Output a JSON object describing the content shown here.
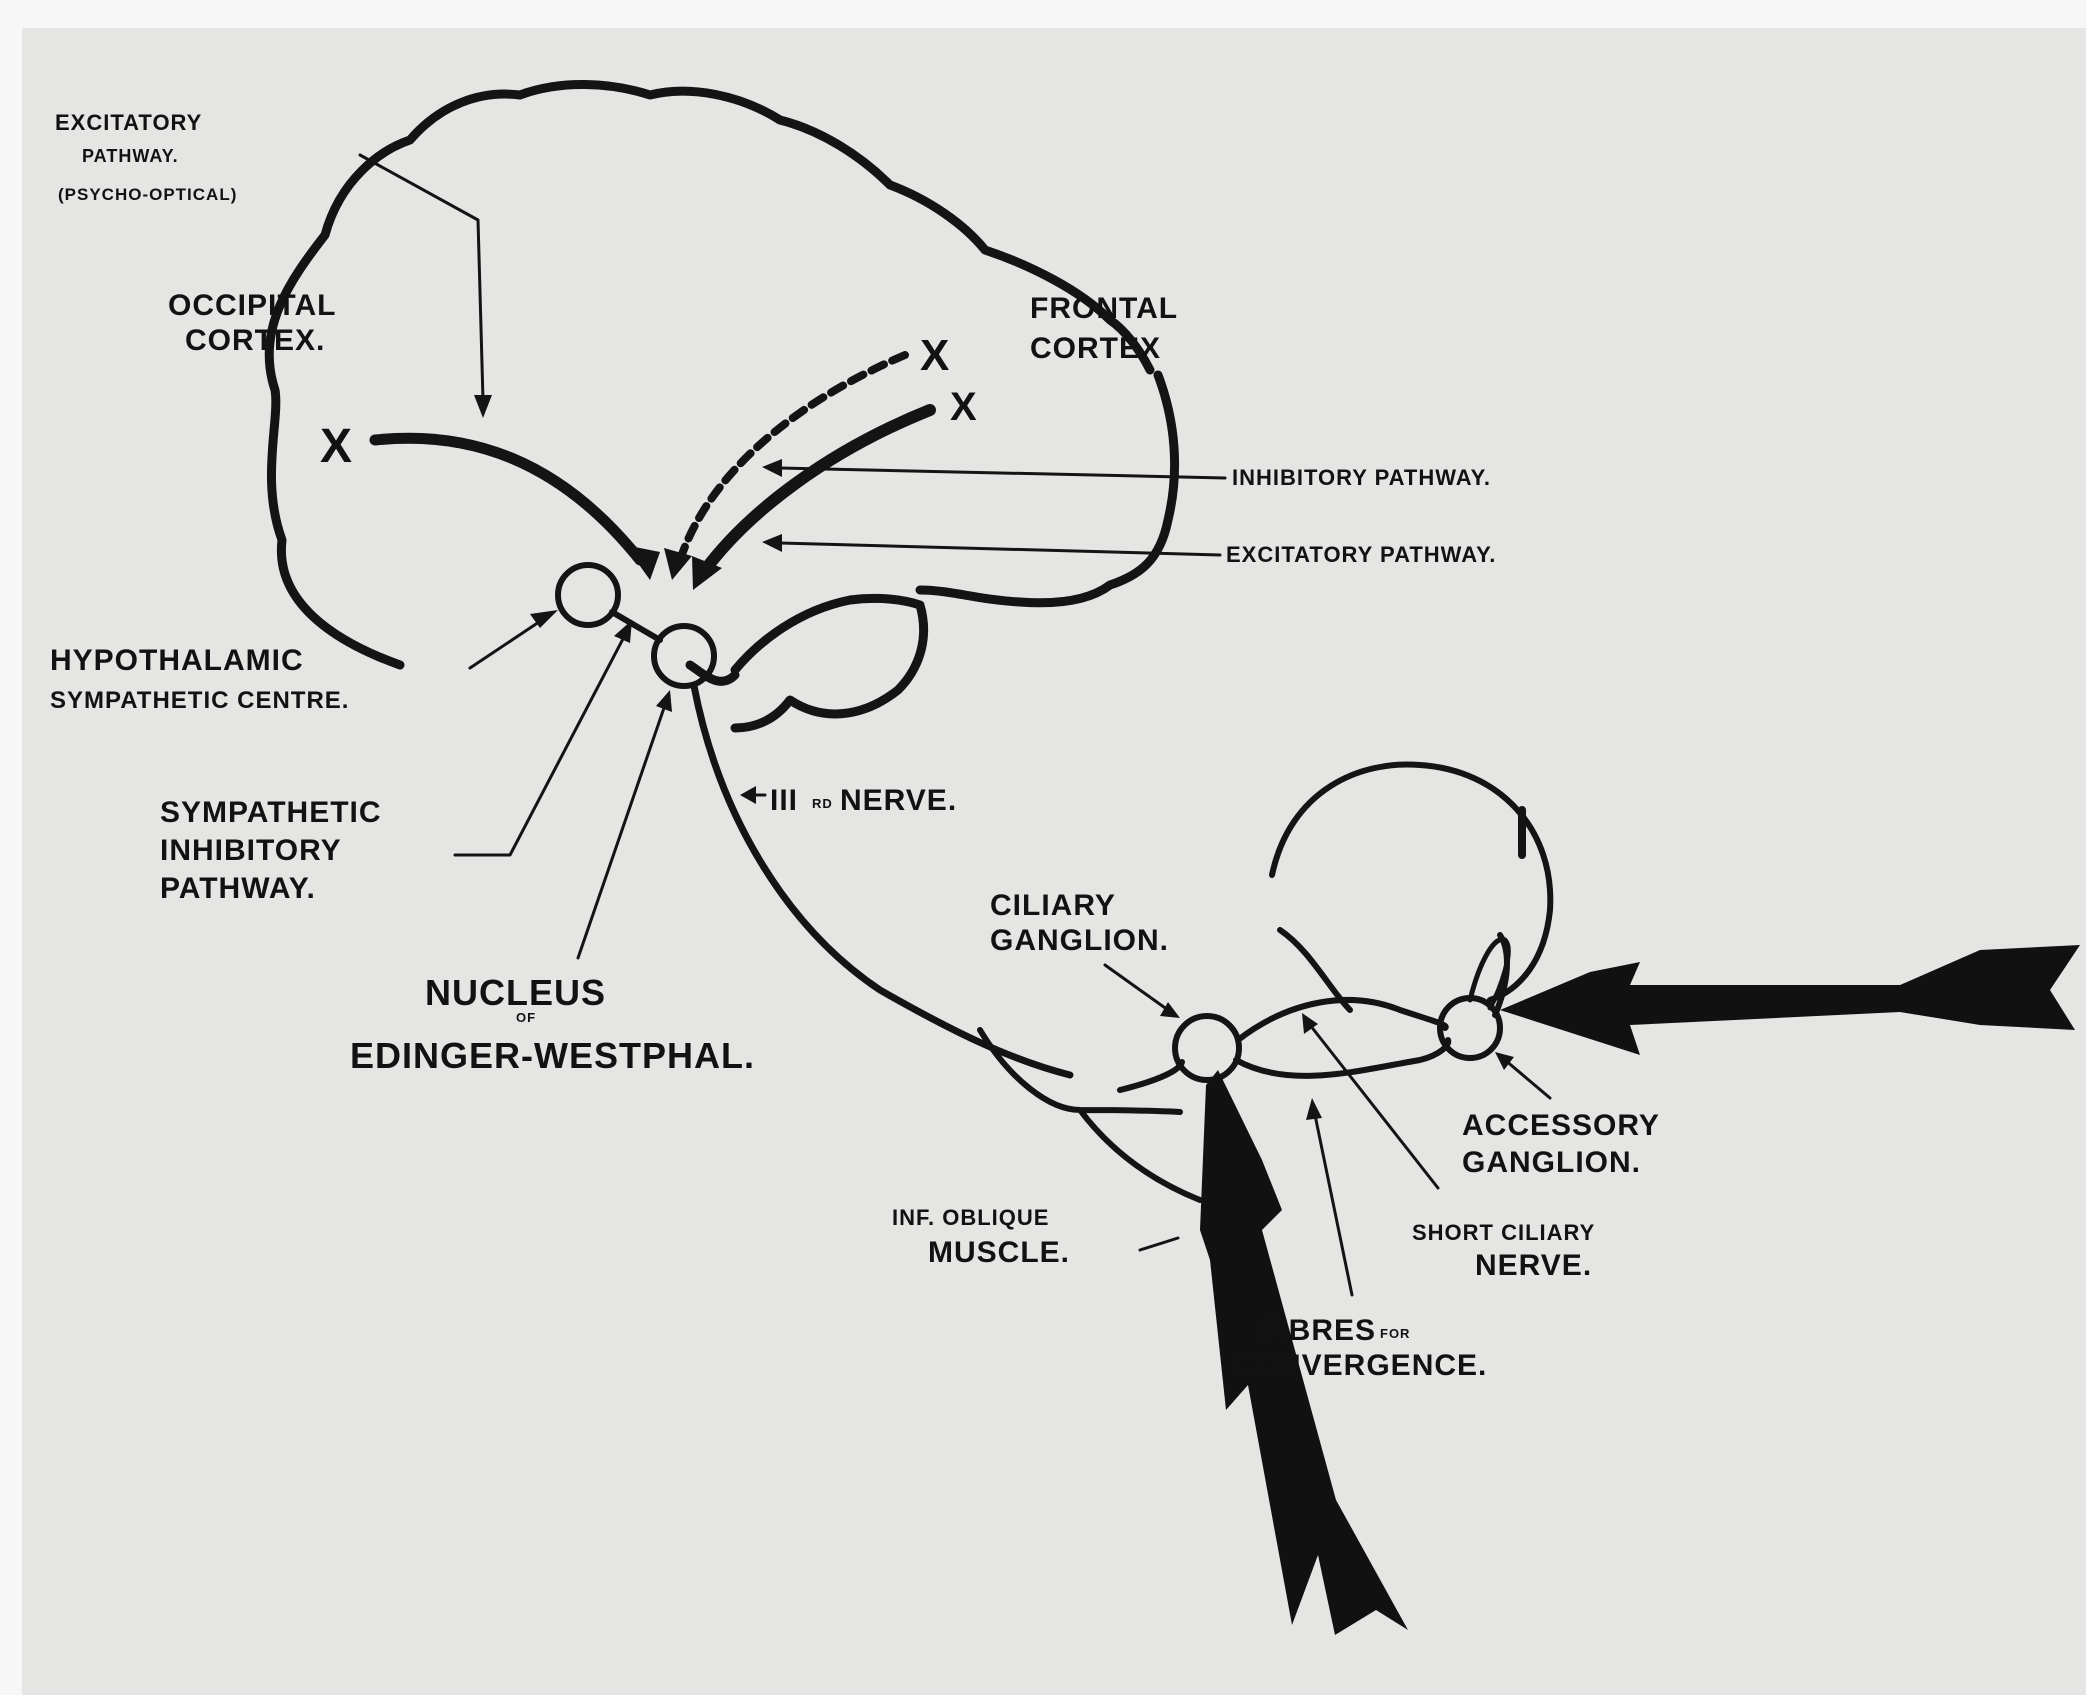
{
  "labels": {
    "excitatory_psycho": [
      "EXCITATORY",
      "PATHWAY.",
      "(PSYCHO-OPTICAL)"
    ],
    "occipital": [
      "OCCIPITAL",
      "CORTEX."
    ],
    "frontal": [
      "FRONTAL",
      "CORTEX"
    ],
    "inhibitory": "INHIBITORY PATHWAY.",
    "excitatory": "EXCITATORY PATHWAY.",
    "hypothalamic": [
      "HYPOTHALAMIC",
      "SYMPATHETIC CENTRE."
    ],
    "sympathetic_inhibitory": [
      "SYMPATHETIC",
      "INHIBITORY",
      "PATHWAY."
    ],
    "nucleus": [
      "NUCLEUS",
      "OF",
      "EDINGER-WESTPHAL."
    ],
    "third_nerve": [
      "III",
      "RD",
      "NERVE."
    ],
    "ciliary_ganglion": [
      "CILIARY",
      "GANGLION."
    ],
    "accessory_ganglion": [
      "ACCESSORY",
      "GANGLION."
    ],
    "short_ciliary": [
      "SHORT CILIARY",
      "NERVE."
    ],
    "inf_oblique": [
      "INF. OBLIQUE",
      "MUSCLE."
    ],
    "convergence": [
      "FIBRES",
      "FOR",
      "CONVERGENCE."
    ]
  },
  "markers": {
    "cross": "X"
  }
}
